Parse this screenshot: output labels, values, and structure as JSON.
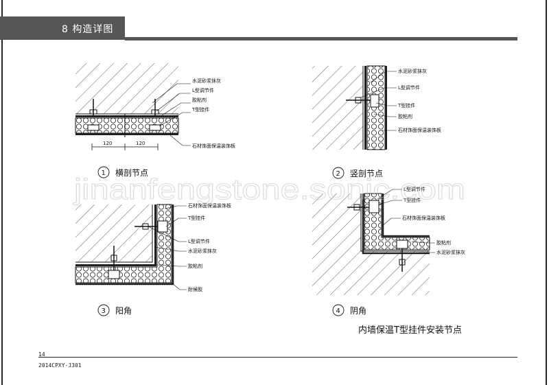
{
  "header": {
    "title": "8 构造详图"
  },
  "footer": {
    "page_number": "14",
    "doc_code": "2014CPXY-J301"
  },
  "watermark": "jinanfengstone.sonic.com",
  "main_title": "内墙保温T型挂件安装节点",
  "colors": {
    "header_band": "#555555",
    "line": "#111111",
    "watermark": "#bbbbbb"
  },
  "details": [
    {
      "number": "1",
      "caption": "横剖节点",
      "labels": [
        "水泥砂浆抹灰",
        "L型调节件",
        "胶粘剂",
        "T型挂件",
        "石材饰面保温装饰板"
      ],
      "dims": [
        "120",
        "120"
      ]
    },
    {
      "number": "2",
      "caption": "竖剖节点",
      "labels": [
        "水泥砂浆抹灰",
        "L型调节件",
        "T型挂件",
        "胶粘剂",
        "石材饰面保温装饰板"
      ]
    },
    {
      "number": "3",
      "caption": "阳角",
      "labels": [
        "石材饰面保温装饰板",
        "T型挂件",
        "L型调节件",
        "水泥砂浆抹灰",
        "胶粘剂",
        "耐候胶"
      ]
    },
    {
      "number": "4",
      "caption": "阴角",
      "labels": [
        "L型调节件",
        "T型挂件",
        "石材饰面保温装饰板",
        "胶粘剂",
        "水泥砂浆抹灰"
      ]
    }
  ]
}
